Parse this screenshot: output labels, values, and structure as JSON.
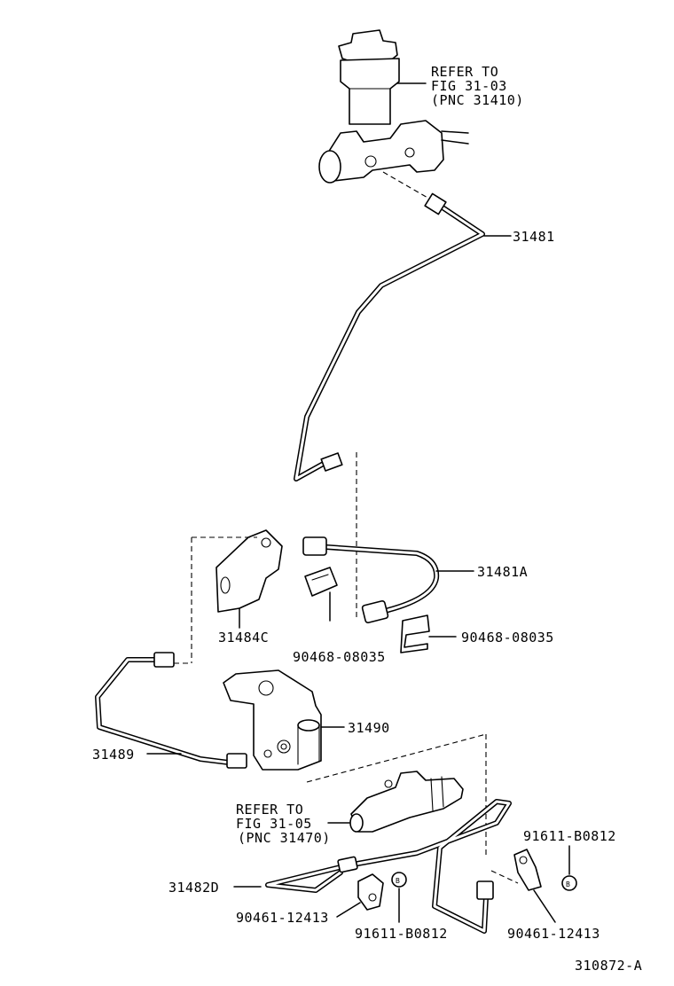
{
  "references": {
    "master_cylinder": {
      "line1": "REFER TO",
      "line2": "FIG 31-03",
      "line3": "(PNC 31410)"
    },
    "release_cylinder": {
      "line1": "REFER TO",
      "line2": "FIG 31-05",
      "line3": "(PNC 31470)"
    }
  },
  "parts": {
    "p31481": "31481",
    "p31481A": "31481A",
    "p31484C": "31484C",
    "p90468_left": "90468-08035",
    "p90468_right": "90468-08035",
    "p31490": "31490",
    "p31489": "31489",
    "p31482D": "31482D",
    "p91611_right": "91611-B0812",
    "p91611_bottom": "91611-B0812",
    "p90461_left": "90461-12413",
    "p90461_right": "90461-12413"
  },
  "figure_id": "310872-A"
}
